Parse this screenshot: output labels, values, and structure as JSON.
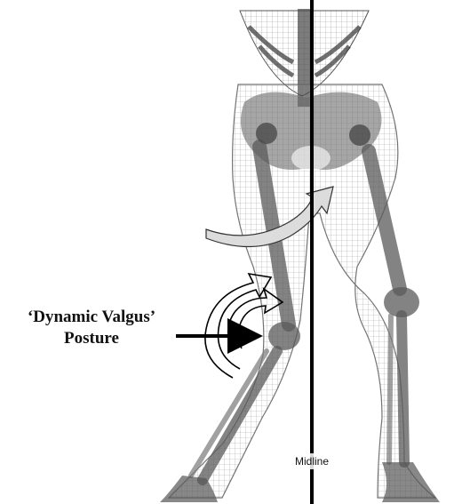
{
  "annotation": {
    "line1": "‘Dynamic Valgus’",
    "line2": "Posture"
  },
  "midline": {
    "label": "Midline"
  }
}
